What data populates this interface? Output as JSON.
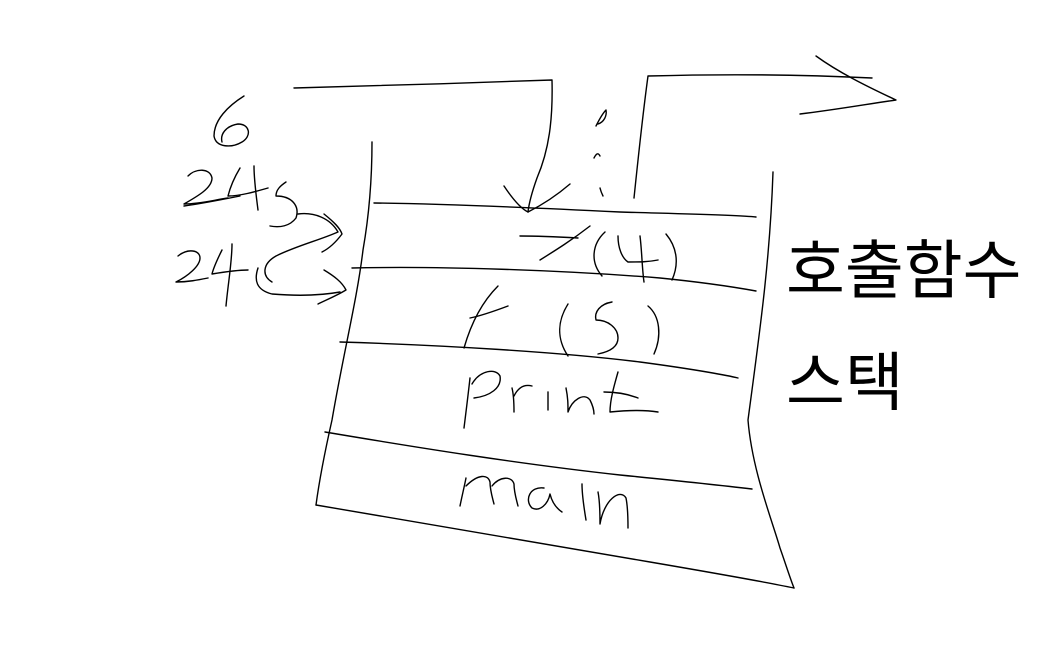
{
  "caption": {
    "line1": "호출함수",
    "line2": "스택"
  },
  "stack_frames": [
    {
      "label": "f(4)",
      "handwritten": true
    },
    {
      "label": "f(5)",
      "handwritten": true
    },
    {
      "label": "print",
      "handwritten": true
    },
    {
      "label": "main",
      "handwritten": true
    }
  ],
  "side_notes": [
    "6",
    "245",
    "24"
  ],
  "colors": {
    "ink": "#000000",
    "background": "#ffffff"
  }
}
